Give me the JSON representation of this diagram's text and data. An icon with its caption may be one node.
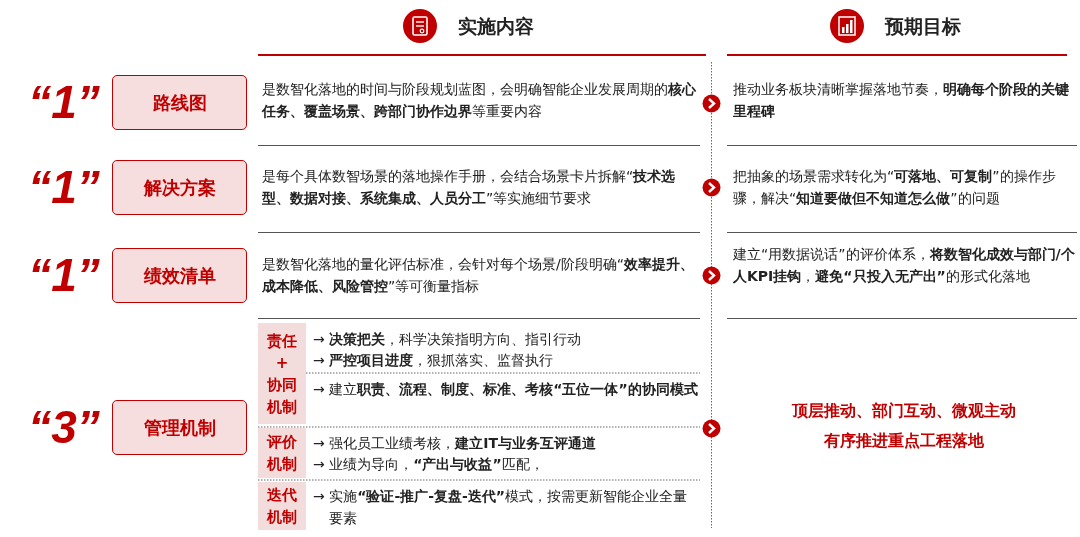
{
  "diagram": {
    "nodes": [
      {
        "text": [
          "路线图"
        ],
        "beside": [
          "“1”"
        ]
      },
      {
        "text": [
          "解决方案"
        ],
        "beside": [
          "“1”"
        ]
      },
      {
        "text": [
          "绩效清单"
        ],
        "beside": [
          "“1”"
        ]
      },
      {
        "text": [
          "管理机制"
        ],
        "beside": [
          "“3”"
        ]
      },
      {
        "text": [
          "责任+协同机制"
        ]
      },
      {
        "text": [
          "评价机制"
        ]
      },
      {
        "text": [
          "迭代机制"
        ]
      }
    ],
    "edges": [],
    "labels": [
      "实施内容",
      "预期目标",
      "是数智化落地的时间与阶段规划蓝图，会明确智能企业发展周期的**核心任务、覆盖场景、跨部门协作边界**等重要内容",
      "推动业务板块清晰掌握落地节奏，**明确每个阶段的关键里程碑**",
      "是每个具体数智场景的落地操作手册，会结合场景卡片拆解“**技术选型、数据对接、系统集成、人员分工**”等实施细节要求",
      "把抽象的场景需求转化为“**可落地、可复制**”的操作步骤，解决“**知道要做但不知道怎么做**”的问题",
      "是数智化落地的量化评估标准，会针对每个场景/阶段明确“**效率提升、成本降低、风险管控**”等可衡量指标",
      "建立“用数据说话”的评价体系，**将数智化成效与部门/个人KPI挂钩**，**避免“只投入无产出”**的形式化落地",
      "→ **决策把关**，科学决策指明方向、指引行动",
      "→ **严控项目进度**，狠抓落实、监督执行",
      "→ 建立**职责、流程、制度、标准、考核“五位一体”的协同模式**",
      "→ 强化员工业绩考核，**建立IT与业务互评通道**",
      "→ 业绩为导向，**“产出与收益”**匹配，",
      "→ 实施**“验证-推广-复盘-迭代”**模式，按需更新智能企业全量要素",
      "顶层推动、部门互动、微观主动",
      "有序推进重点工程落地"
    ]
  }
}
